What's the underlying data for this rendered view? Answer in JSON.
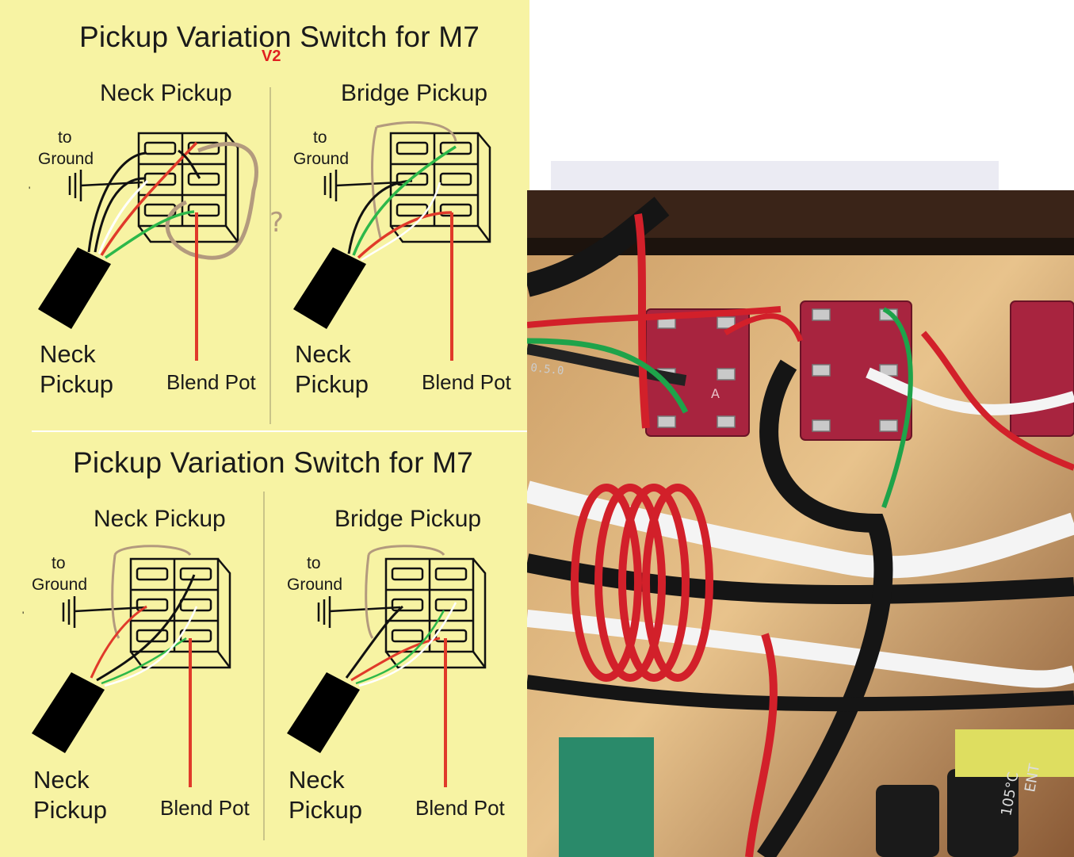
{
  "top": {
    "title": "Pickup Variation Switch for M7",
    "version": "V2",
    "question_mark": "?",
    "neck": {
      "header": "Neck Pickup",
      "to_ground": [
        "to",
        "Ground"
      ],
      "pickup_label": [
        "Neck",
        "Pickup"
      ],
      "pot_label": "Blend Pot"
    },
    "bridge": {
      "header": "Bridge Pickup",
      "to_ground": [
        "to",
        "Ground"
      ],
      "pickup_label": [
        "Neck",
        "Pickup"
      ],
      "pot_label": "Blend Pot"
    }
  },
  "bottom": {
    "title": "Pickup Variation Switch for M7",
    "neck": {
      "header": "Neck Pickup",
      "to_ground": [
        "to",
        "Ground"
      ],
      "pickup_label": [
        "Neck",
        "Pickup"
      ],
      "pot_label": "Blend Pot"
    },
    "bridge": {
      "header": "Bridge Pickup",
      "to_ground": [
        "to",
        "Ground"
      ],
      "pickup_label": [
        "Neck",
        "Pickup"
      ],
      "pot_label": "Blend Pot"
    }
  },
  "photo": {
    "component_marking_1": "A",
    "capacitor_marking": "105°C",
    "capacitor_brand_fragment": "ENT",
    "wire_marking_fragment": "0.5.0"
  },
  "colors": {
    "background_yellow": "#f7f3a3",
    "wire_red": "#e03a2a",
    "wire_green": "#2db84a",
    "wire_black": "#111111",
    "switch_pink": "#b0244a",
    "annotation_circle": "#b39a7e",
    "version_red": "#e02020"
  }
}
